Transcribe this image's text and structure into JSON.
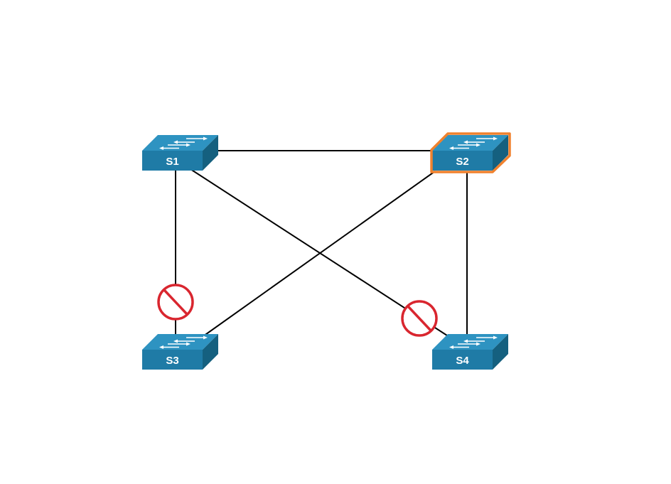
{
  "diagram": {
    "switches": [
      {
        "id": "S1",
        "label": "S1",
        "root_bridge": false
      },
      {
        "id": "S2",
        "label": "S2",
        "root_bridge": true
      },
      {
        "id": "S3",
        "label": "S3",
        "root_bridge": false
      },
      {
        "id": "S4",
        "label": "S4",
        "root_bridge": false
      }
    ],
    "links": [
      {
        "from": "S1",
        "to": "S2",
        "blocked": false
      },
      {
        "from": "S1",
        "to": "S3",
        "blocked": true
      },
      {
        "from": "S1",
        "to": "S4",
        "blocked": true
      },
      {
        "from": "S2",
        "to": "S3",
        "blocked": false
      },
      {
        "from": "S2",
        "to": "S4",
        "blocked": false
      }
    ],
    "blocked_icon": "prohibited-icon"
  },
  "colors": {
    "switch_front": "#1f7ba6",
    "switch_top": "#2e93c1",
    "switch_side": "#15607f",
    "root_outline": "#f0812d",
    "blocked": "#d9262f",
    "link": "#000000"
  }
}
